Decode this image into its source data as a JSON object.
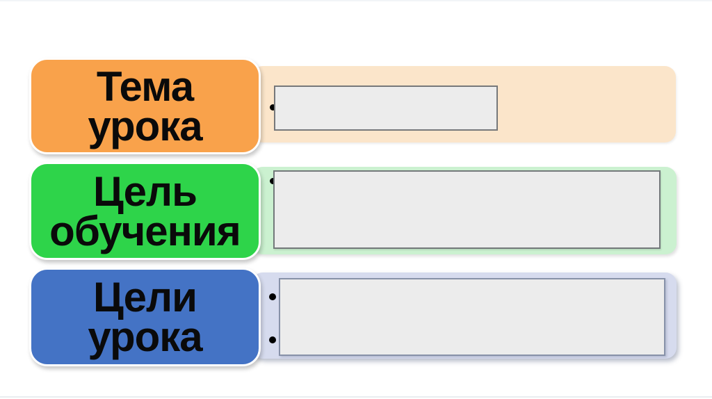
{
  "slide": {
    "background_color": "#ffffff"
  },
  "rows": [
    {
      "name": "tema-uroka",
      "label": {
        "line1": "Тема",
        "line2": "урока"
      },
      "colors": {
        "label_bg": "#F9A24B",
        "panel_bg": "#FBE5CA",
        "content_fill": "#ECECEC",
        "content_border": "#76787A"
      },
      "content": {
        "bullet_count": 1
      }
    },
    {
      "name": "tsel-obucheniya",
      "label": {
        "line1": "Цель",
        "line2": "обучения"
      },
      "colors": {
        "label_bg": "#2ED44A",
        "panel_bg": "#CBF1D0",
        "content_fill": "#ECECEC",
        "content_border": "#73787A"
      },
      "content": {
        "bullet_count": 1
      }
    },
    {
      "name": "tseli-uroka",
      "label": {
        "line1": "Цели",
        "line2": "урока"
      },
      "colors": {
        "label_bg": "#4473C5",
        "panel_bg": "#D6DBEE",
        "content_fill": "#ECECEC",
        "content_border": "#8791A8"
      },
      "content": {
        "bullet_count": 2
      }
    }
  ]
}
